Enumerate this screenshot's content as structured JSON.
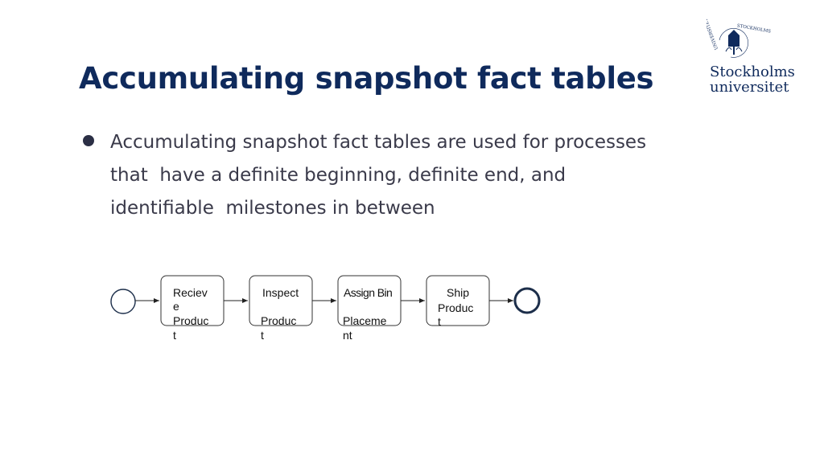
{
  "slide": {
    "title": "Accumulating snapshot fact tables",
    "bullet_lines": [
      "Accumulating snapshot fact tables are used for processes",
      "that  have a definite beginning, definite end, and",
      "identifiable  milestones in between"
    ]
  },
  "logo": {
    "name_line1": "Stockholms",
    "name_line2": "universitet",
    "seal_text": "STOCKHOLMS UNIVERSITET"
  },
  "diagram": {
    "steps": [
      {
        "lines": [
          "Reciev",
          "e",
          "Produc",
          "t"
        ]
      },
      {
        "lines": [
          "Inspect",
          "",
          "Produc",
          "t"
        ]
      },
      {
        "lines": [
          "Assign Bin",
          "",
          "Placeme",
          "nt"
        ]
      },
      {
        "lines": [
          "Ship",
          "Produc",
          "t"
        ]
      }
    ]
  },
  "colors": {
    "title": "#0f2a5c",
    "text": "#3a3a4a",
    "end_event": "#1c2e4a"
  }
}
